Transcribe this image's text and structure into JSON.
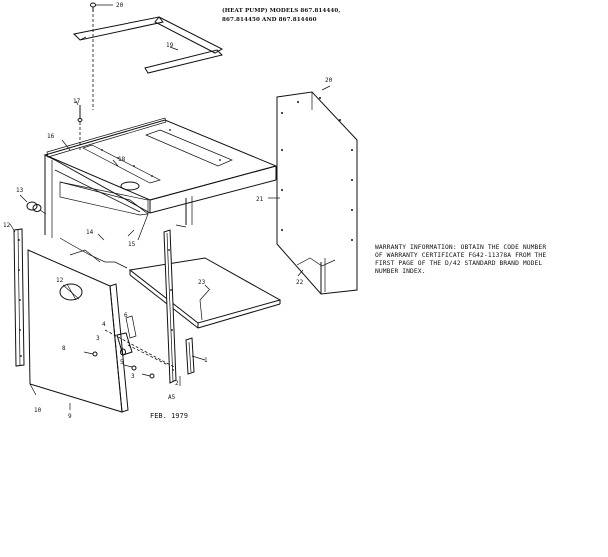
{
  "header": {
    "line1": "(HEAT PUMP) MODELS 867.814440,",
    "line2": "867.814450 AND 867.814460"
  },
  "warranty": {
    "line1": "WARRANTY INFORMATION:  OBTAIN THE CODE NUMBER",
    "line2": "OF WARRANTY CERTIFICATE FG42-11378A FROM THE",
    "line3": "FIRST PAGE OF THE D/42 STANDARD BRAND MODEL",
    "line4": "NUMBER INDEX."
  },
  "date": "FEB. 1979",
  "part_labels": {
    "p1": "1",
    "p2": "2",
    "p3": "3",
    "p4": "4",
    "p5": "5",
    "p6": "6",
    "p8": "8",
    "p9": "9",
    "p10": "10",
    "p12": "12",
    "p13": "13",
    "p14": "14",
    "p15": "15",
    "p16": "16",
    "p17": "17",
    "p18": "18",
    "p19": "19",
    "p20": "20",
    "p21": "21",
    "p22": "22",
    "p23": "23",
    "p_a5": "A5"
  }
}
